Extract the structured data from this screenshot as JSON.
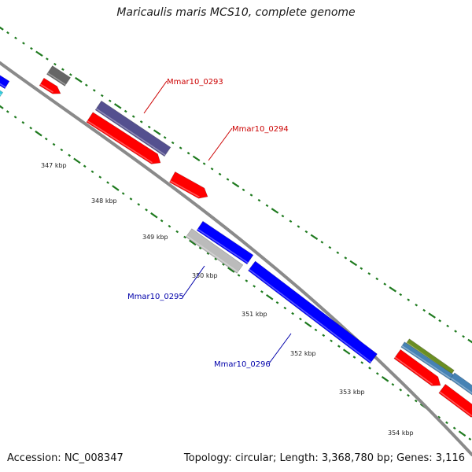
{
  "header": {
    "title": "Maricaulis maris MCS10, complete genome"
  },
  "footer": {
    "accession": "Accession: NC_008347",
    "summary": "Topology: circular; Length: 3,368,780 bp; Genes: 3,116"
  },
  "colors": {
    "backbone": "#8a8a8a",
    "tick": "#1e7a1e",
    "forward_gene": "#ff0000",
    "reverse_gene": "#0000ff",
    "forward_label": "#cc0000",
    "reverse_label": "#0000aa"
  },
  "scale": {
    "unit": "kbp",
    "ticks": [
      "347 kbp",
      "348 kbp",
      "349 kbp",
      "350 kbp",
      "351 kbp",
      "352 kbp",
      "353 kbp",
      "354 kbp"
    ]
  },
  "gene_labels": [
    {
      "text": "Mmar10_0293",
      "strand": "forward"
    },
    {
      "text": "Mmar10_0294",
      "strand": "forward"
    },
    {
      "text": "Mmar10_0295",
      "strand": "reverse"
    },
    {
      "text": "Mmar10_0296",
      "strand": "reverse"
    }
  ],
  "features": [
    {
      "color": "#0000ff"
    },
    {
      "color": "#33ccdd"
    },
    {
      "color": "#666666"
    },
    {
      "color": "#ff0000"
    },
    {
      "color": "#54508f"
    },
    {
      "color": "#ff0000"
    },
    {
      "color": "#ff0000"
    },
    {
      "color": "#0000ff"
    },
    {
      "color": "#bbbbbb"
    },
    {
      "color": "#0000ff"
    },
    {
      "color": "#6b8e23"
    },
    {
      "color": "#4682b4"
    },
    {
      "color": "#ff0000"
    },
    {
      "color": "#4682b4"
    },
    {
      "color": "#ff0000"
    }
  ]
}
